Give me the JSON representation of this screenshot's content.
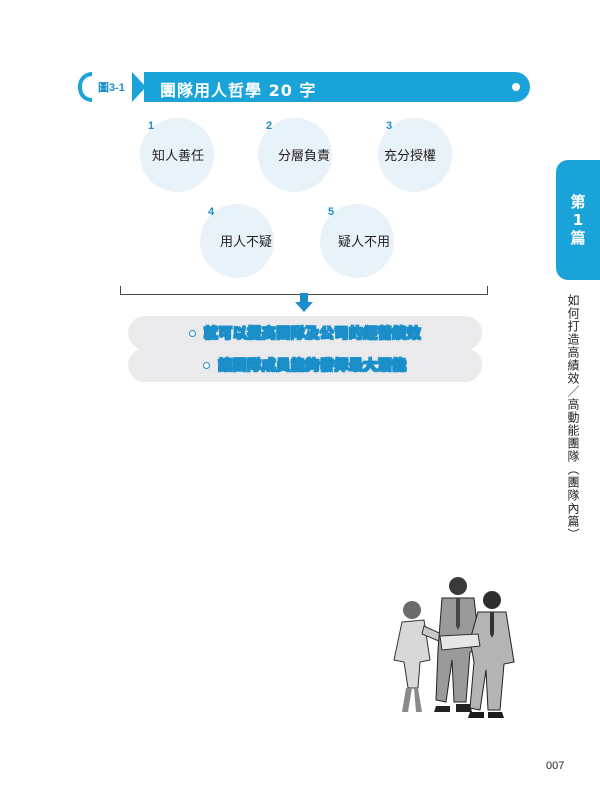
{
  "figure": {
    "tag": "圖3-1",
    "title": "團隊用人哲學 20 字"
  },
  "principles": [
    {
      "number": "1",
      "label": "知人善任"
    },
    {
      "number": "2",
      "label": "分層負責"
    },
    {
      "number": "3",
      "label": "充分授權"
    },
    {
      "number": "4",
      "label": "用人不疑"
    },
    {
      "number": "5",
      "label": "疑人不用"
    }
  ],
  "results": [
    "就可以提高團隊及公司的經營績效",
    "讓團隊成員能夠發揮最大潛能"
  ],
  "side_tab": {
    "line1": "第",
    "line2": "1",
    "line3": "篇"
  },
  "side_title": "如何打造高績效／高動能團隊（團隊內篇）",
  "page_number": "007",
  "colors": {
    "accent": "#1aa3d9",
    "circle_fill": "#e8f2f9",
    "pill_fill": "#eaeaec"
  },
  "illustration": "business-people-handshake-clipart"
}
